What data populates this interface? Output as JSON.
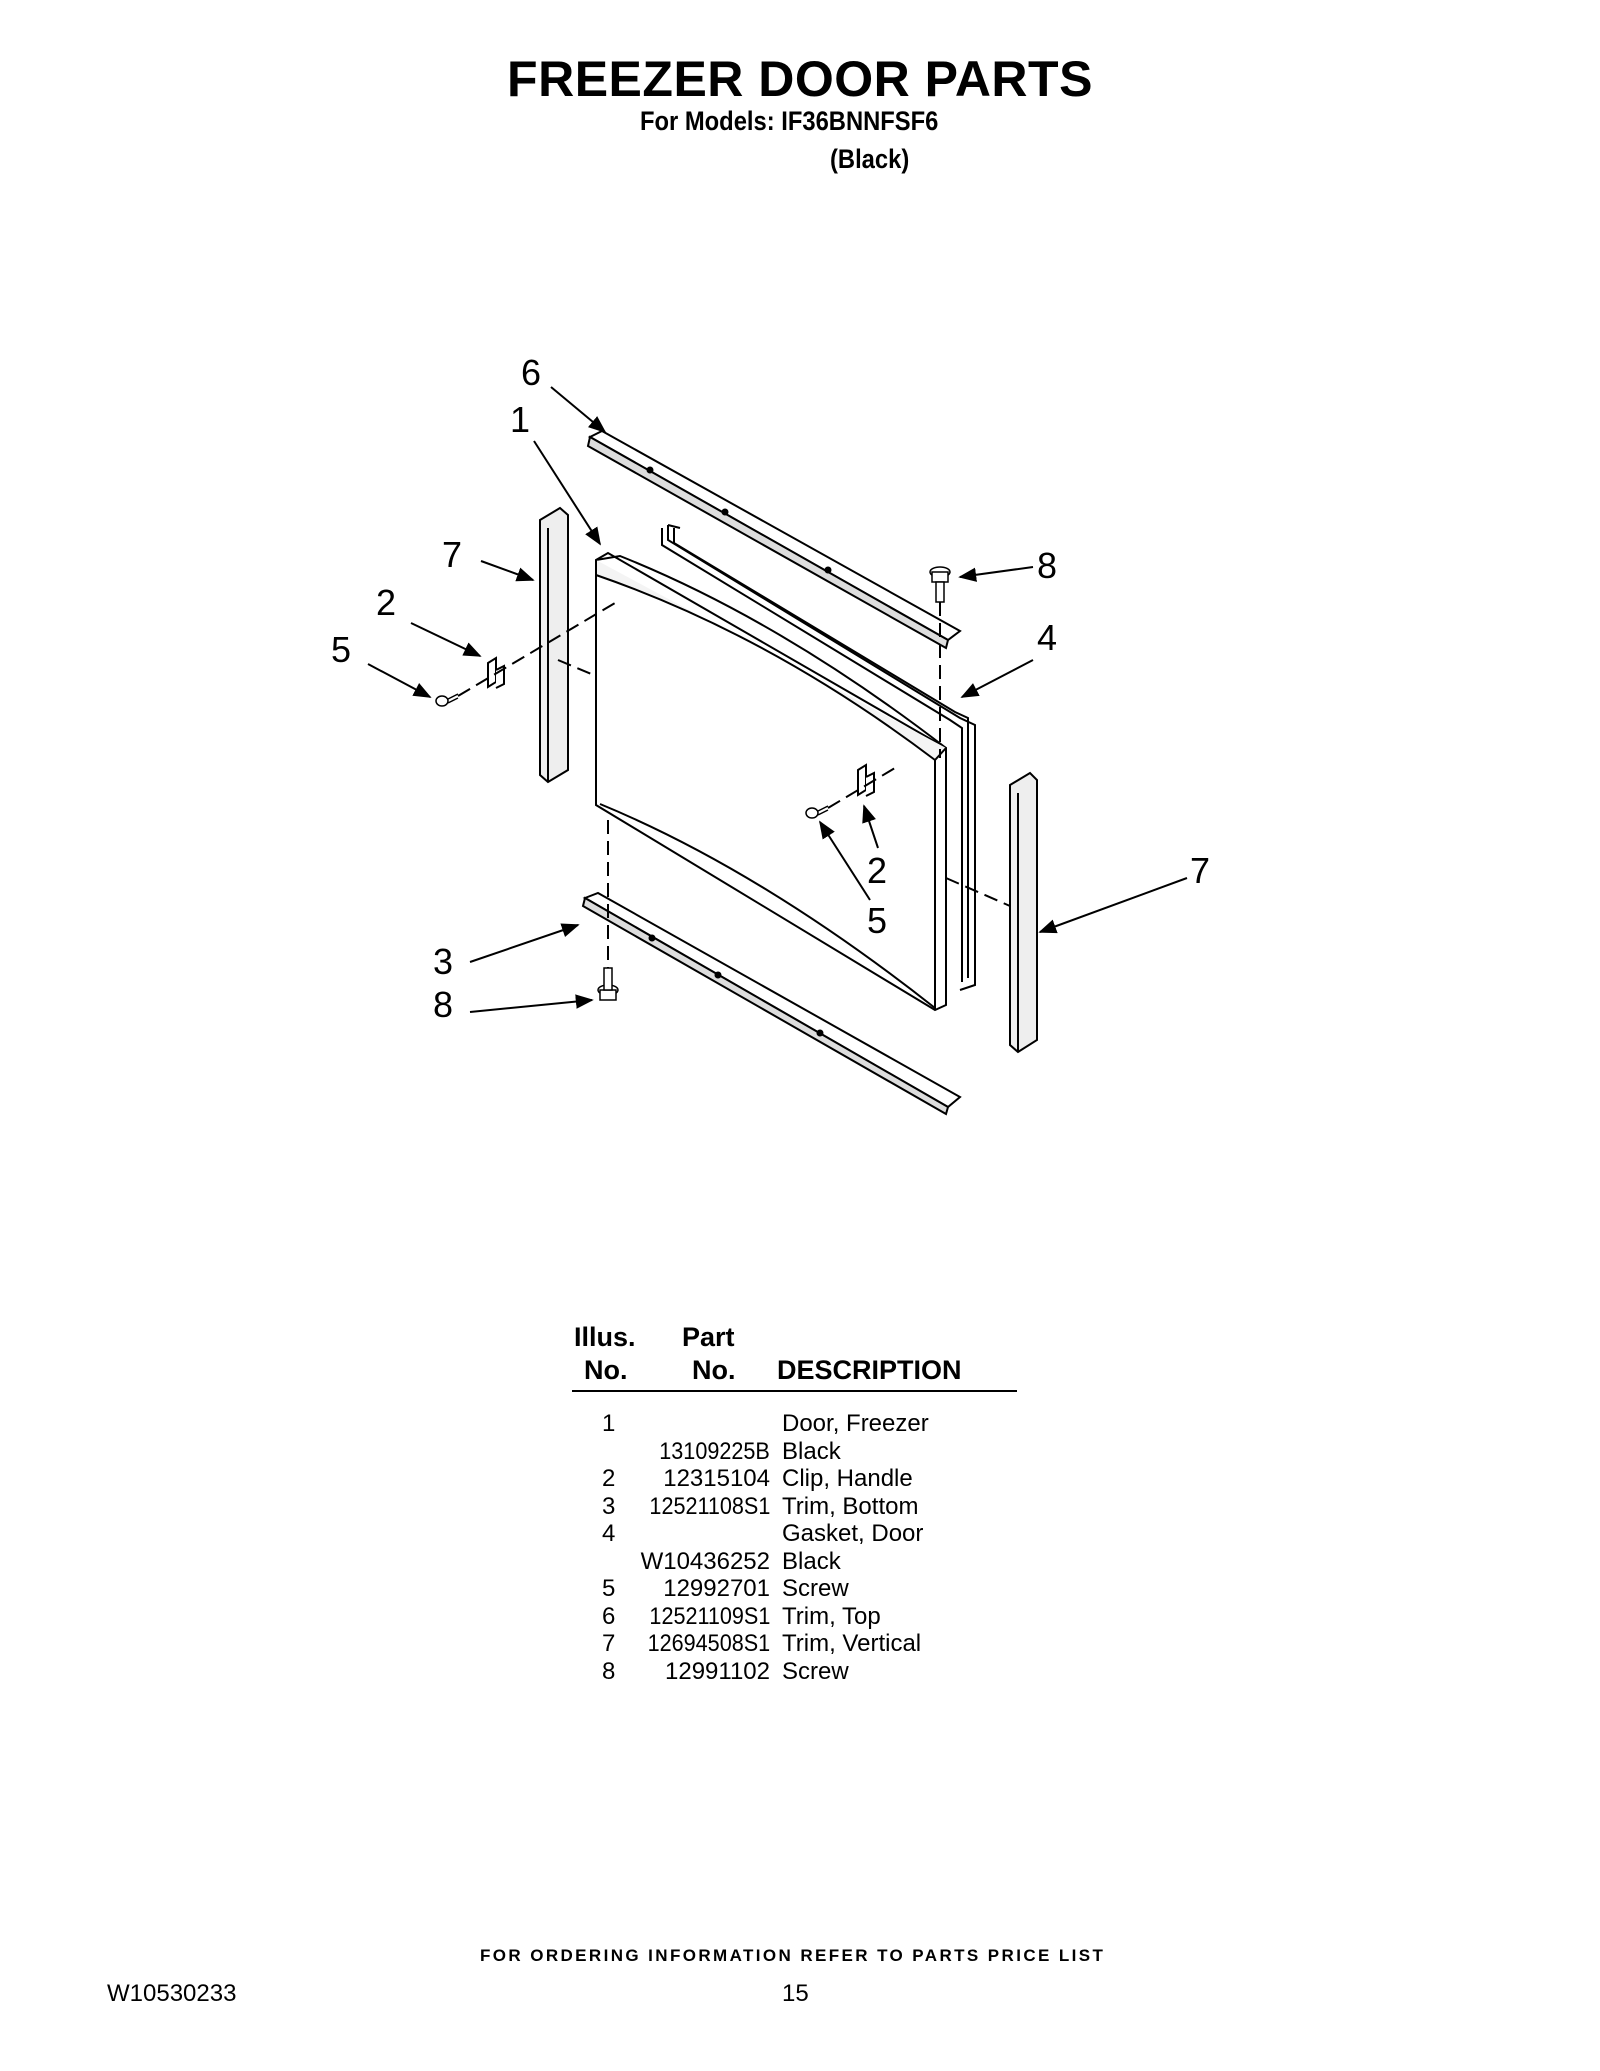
{
  "header": {
    "title": "FREEZER DOOR PARTS",
    "models_line": "For Models: IF36BNNFSF6",
    "color_line": "(Black)"
  },
  "diagram": {
    "callouts": [
      "6",
      "1",
      "7",
      "2",
      "5",
      "8",
      "4",
      "2",
      "5",
      "7",
      "3",
      "8"
    ]
  },
  "parts_table": {
    "headers": {
      "illus_line1": "Illus.",
      "illus_line2": "No.",
      "part_line1": "Part",
      "part_line2": "No.",
      "description": "DESCRIPTION"
    },
    "rows": [
      {
        "illus": "1",
        "part": "",
        "description": "Door, Freezer"
      },
      {
        "illus": "",
        "part": "13109225B",
        "description": "Black"
      },
      {
        "illus": "2",
        "part": "12315104",
        "description": "Clip, Handle"
      },
      {
        "illus": "3",
        "part": "12521108S1",
        "description": "Trim, Bottom"
      },
      {
        "illus": "4",
        "part": "",
        "description": "Gasket, Door"
      },
      {
        "illus": "",
        "part": "W10436252",
        "description": "Black"
      },
      {
        "illus": "5",
        "part": "12992701",
        "description": "Screw"
      },
      {
        "illus": "6",
        "part": "12521109S1",
        "description": "Trim, Top"
      },
      {
        "illus": "7",
        "part": "12694508S1",
        "description": "Trim, Vertical"
      },
      {
        "illus": "8",
        "part": "12991102",
        "description": "Screw"
      }
    ]
  },
  "footer": {
    "ordering_note": "FOR ORDERING INFORMATION REFER TO PARTS PRICE LIST",
    "document_number": "W10530233",
    "page_number": "15"
  }
}
